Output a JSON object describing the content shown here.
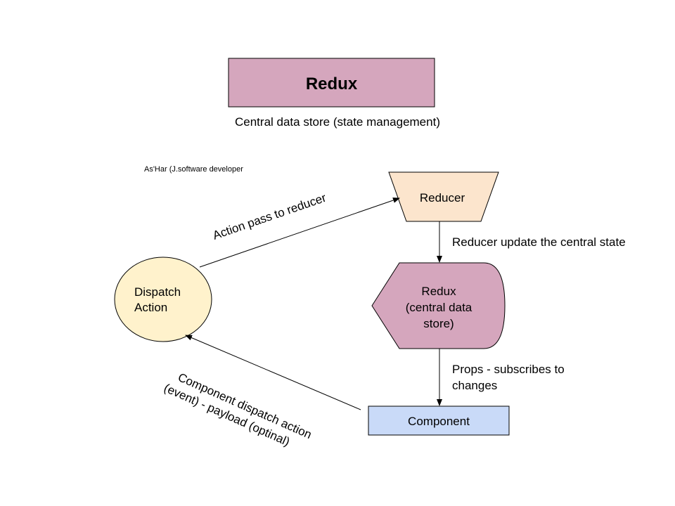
{
  "header": {
    "title": "Redux",
    "subtitle": "Central data store (state management)",
    "author": "As'Har (J.software developer"
  },
  "nodes": {
    "reducer": {
      "label": "Reducer"
    },
    "store": {
      "lines": [
        "Redux",
        "(central data",
        "store)"
      ]
    },
    "component": {
      "label": "Component"
    },
    "dispatch": {
      "lines": [
        "Dispatch",
        "Action"
      ]
    }
  },
  "edges": {
    "action_to_reducer": "Action pass to reducer",
    "reducer_to_store": "Reducer update the central state",
    "store_to_component": [
      "Props - subscribes to",
      "changes"
    ],
    "component_to_dispatch": [
      "Component dispatch action",
      "(event) - payload (optinal)"
    ]
  },
  "colors": {
    "redux_fill": "#d5a6bd",
    "reducer_fill": "#fce5cd",
    "component_fill": "#c9daf8",
    "dispatch_fill": "#fff2cc",
    "stroke": "#000000"
  }
}
